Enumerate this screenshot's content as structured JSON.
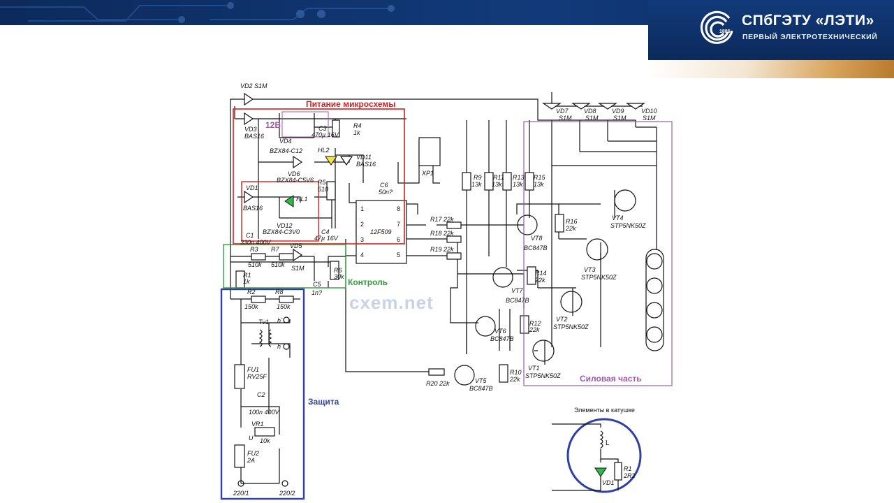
{
  "header": {
    "org_name": "СПбГЭТУ «ЛЭТИ»",
    "org_subtitle": "ПЕРВЫЙ ЭЛЕКТРОТЕХНИЧЕСКИЙ",
    "logo_year": "1886"
  },
  "colors": {
    "header_blue": "#0c2a5c",
    "supply_block": "#d42020",
    "control_block": "#2e9e3a",
    "protection_block": "#2e3fa8",
    "power_block": "#a05aa8"
  },
  "blocks": {
    "supply": "Питание микросхемы",
    "supply_voltage": "12В",
    "control": "Контроль",
    "protection": "Защита",
    "power": "Силовая часть"
  },
  "watermark": "cxem.net",
  "inset": {
    "title": "Элементы в катушке",
    "inductor": "L",
    "led": "VD1",
    "resistor": "R1",
    "resistor_value": "2R2"
  },
  "components": {
    "VD2": "VD2  S1M",
    "VD3": "VD3",
    "VD3v": "BAS16",
    "VD4": "VD4",
    "VD4v": "BZX84-C12",
    "C3": "C3",
    "C3v": "470µ 16V",
    "R4": "R4",
    "R4v": "1k",
    "HL2": "HL2",
    "VD11": "VD11",
    "VD11v": "BAS16",
    "VD6": "VD6",
    "VD6v": "BZX84-C5V6",
    "R5": "R5",
    "R5v": "510",
    "C6": "C6",
    "C6v": "50n?",
    "XP1": "XP1",
    "VD1": "VD1",
    "VD1v": "BAS16",
    "HL1": "HL1",
    "VD12": "VD12",
    "VD12v": "BZX84-C3V0",
    "C4": "C4",
    "C4v": "47µ 16V",
    "C1": "C1",
    "C1v": "330n 400V",
    "IC": "12F509",
    "R3": "R3",
    "R3v": "510k",
    "R7": "R7",
    "R7v": "510k",
    "VD5": "VD5",
    "VD5v": "S1M",
    "R6": "R6",
    "R6v": "30k",
    "C5": "C5",
    "C5v": "1n?",
    "R1": "R1",
    "R1v": "1k",
    "R2": "R2",
    "R2v": "150k",
    "R8": "R8",
    "R8v": "150k",
    "Tv1": "Tv1",
    "h1": "h´",
    "h2": "h",
    "FU1": "FU1",
    "FU1v": "RV25F",
    "C2": "C2",
    "C2v": "100n 400V",
    "VR1": "VR1",
    "VR1v": "10k",
    "U": "U",
    "FU2": "FU2",
    "FU2v": "2A",
    "T1": "220/1",
    "T2": "220/2",
    "R9": "R9",
    "R9v": "13k",
    "R11": "R11",
    "R11v": "13k",
    "R13": "R13",
    "R13v": "13k",
    "R15": "R15",
    "R15v": "13k",
    "R17": "R17  22k",
    "R18": "R18  22k",
    "R19": "R19  22k",
    "R20": "R20  22k",
    "R16": "R16",
    "R16v": "22k",
    "R14": "R14",
    "R14v": "22k",
    "R12": "R12",
    "R12v": "22k",
    "R10": "R10",
    "R10v": "22k",
    "VT8": "VT8",
    "VT7": "VT7",
    "VT6": "VT6",
    "VT5": "VT5",
    "bjt": "BC847B",
    "VT4": "VT4",
    "VT3": "VT3",
    "VT2": "VT2",
    "VT1": "VT1",
    "mosfet": "STP5NK50Z",
    "VD7": "VD7",
    "VD8": "VD8",
    "VD9": "VD9",
    "VD10": "VD10",
    "s1m": "S1M"
  }
}
